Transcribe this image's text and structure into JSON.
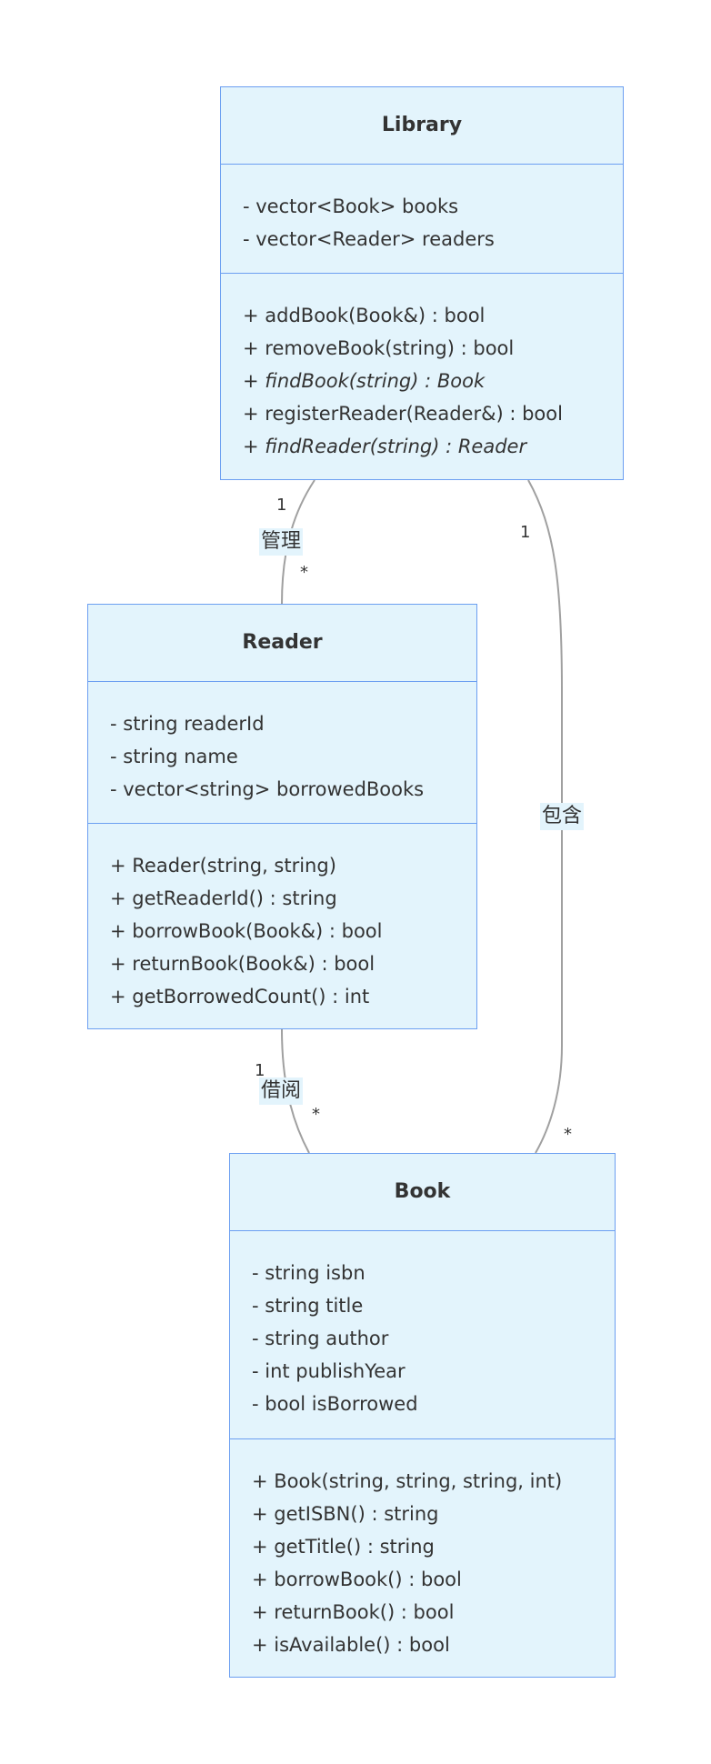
{
  "classes": {
    "library": {
      "name": "Library",
      "attributes": [
        "- vector<Book> books",
        "- vector<Reader> readers"
      ],
      "methods": [
        {
          "text": "+ addBook(Book&) : bool",
          "abstract": false
        },
        {
          "text": "+ removeBook(string) : bool",
          "abstract": false
        },
        {
          "text": "+ findBook(string) : Book",
          "abstract": true
        },
        {
          "text": "+ registerReader(Reader&) : bool",
          "abstract": false
        },
        {
          "text": "+ findReader(string) : Reader",
          "abstract": true
        }
      ]
    },
    "reader": {
      "name": "Reader",
      "attributes": [
        "- string readerId",
        "- string name",
        "- vector<string> borrowedBooks"
      ],
      "methods": [
        {
          "text": "+ Reader(string, string)",
          "abstract": false
        },
        {
          "text": "+ getReaderId() : string",
          "abstract": false
        },
        {
          "text": "+ borrowBook(Book&) : bool",
          "abstract": false
        },
        {
          "text": "+ returnBook(Book&) : bool",
          "abstract": false
        },
        {
          "text": "+ getBorrowedCount() : int",
          "abstract": false
        }
      ]
    },
    "book": {
      "name": "Book",
      "attributes": [
        "- string isbn",
        "- string title",
        "- string author",
        "- int publishYear",
        "- bool isBorrowed"
      ],
      "methods": [
        {
          "text": "+ Book(string, string, string, int)",
          "abstract": false
        },
        {
          "text": "+ getISBN() : string",
          "abstract": false
        },
        {
          "text": "+ getTitle() : string",
          "abstract": false
        },
        {
          "text": "+ borrowBook() : bool",
          "abstract": false
        },
        {
          "text": "+ returnBook() : bool",
          "abstract": false
        },
        {
          "text": "+ isAvailable() : bool",
          "abstract": false
        }
      ]
    }
  },
  "relations": {
    "manage": {
      "label": "管理",
      "from_card": "1",
      "to_card": "*"
    },
    "contain": {
      "label": "包含",
      "from_card": "1",
      "to_card": "*"
    },
    "borrow": {
      "label": "借阅",
      "from_card": "1",
      "to_card": "*"
    }
  },
  "colors": {
    "box_fill": "#e3f4fc",
    "box_border": "#6c9ff1",
    "edge": "#a0a0a0",
    "text": "#333333"
  }
}
